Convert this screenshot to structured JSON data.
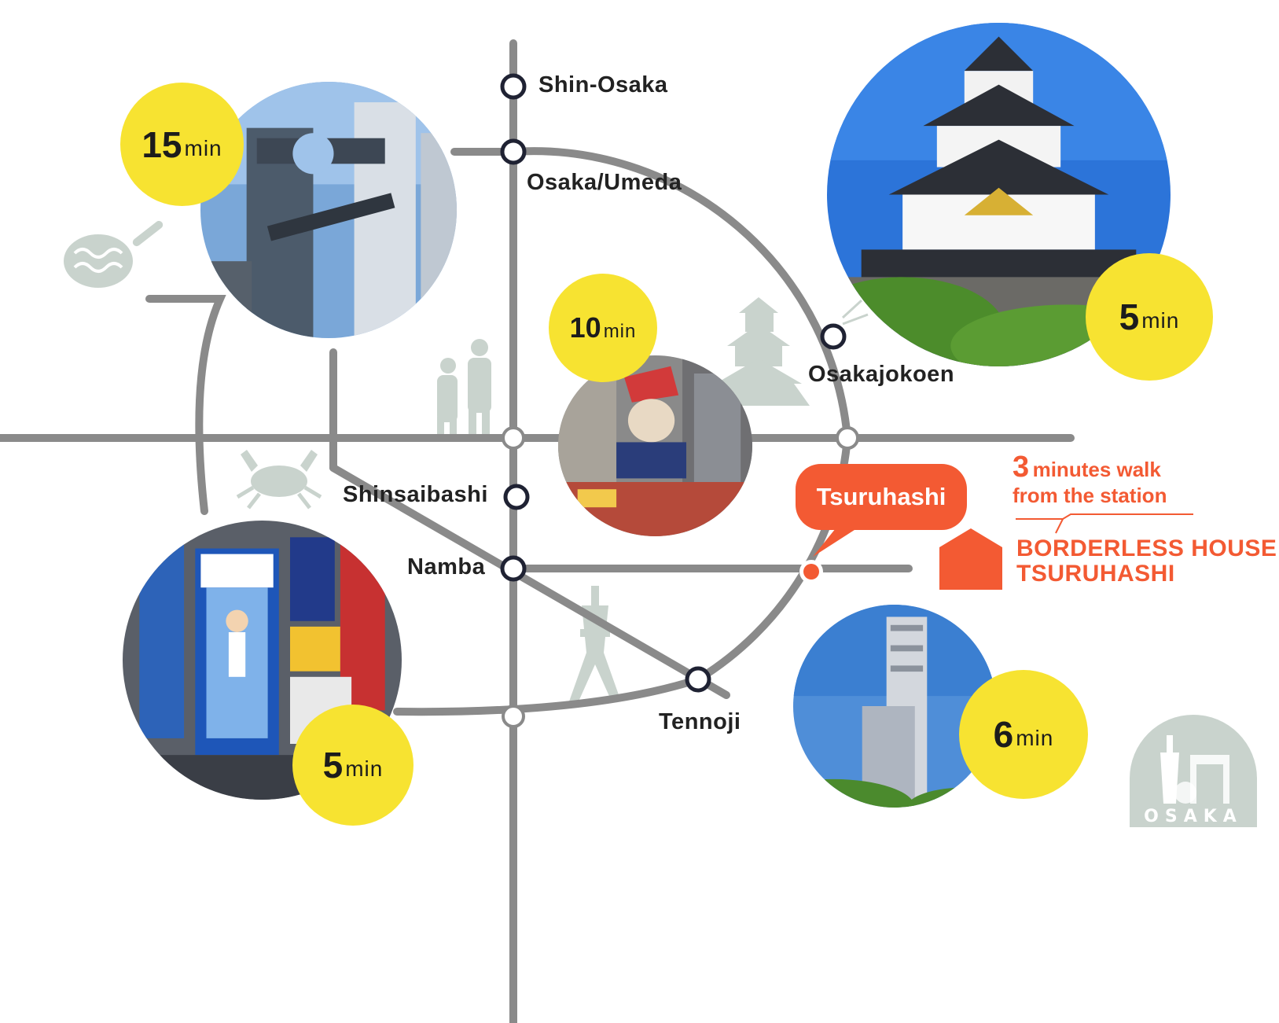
{
  "stations": {
    "shin_osaka": "Shin-Osaka",
    "osaka_umeda": "Osaka/Umeda",
    "osakajokoen": "Osakajokoen",
    "shinsaibashi": "Shinsaibashi",
    "namba": "Namba",
    "tennoji": "Tennoji",
    "tsuruhashi": "Tsuruhashi"
  },
  "travel_times": {
    "umeda": {
      "number": "15",
      "unit": "min"
    },
    "shinsekai": {
      "number": "10",
      "unit": "min"
    },
    "osaka_castle": {
      "number": "5",
      "unit": "min"
    },
    "dotonbori": {
      "number": "5",
      "unit": "min"
    },
    "abeno_harukas": {
      "number": "6",
      "unit": "min"
    }
  },
  "walk_note": {
    "number": "3",
    "line1": "minutes walk",
    "line2": "from the station"
  },
  "destination": {
    "line1": "BORDERLESS HOUSE",
    "line2": "TSURUHASHI"
  },
  "watermark": "OSAKA",
  "colors": {
    "line": "#8a8a8a",
    "accent": "#f35a33",
    "badge": "#f7e331",
    "decor": "#c9d3cd",
    "station": "#1f2233"
  }
}
